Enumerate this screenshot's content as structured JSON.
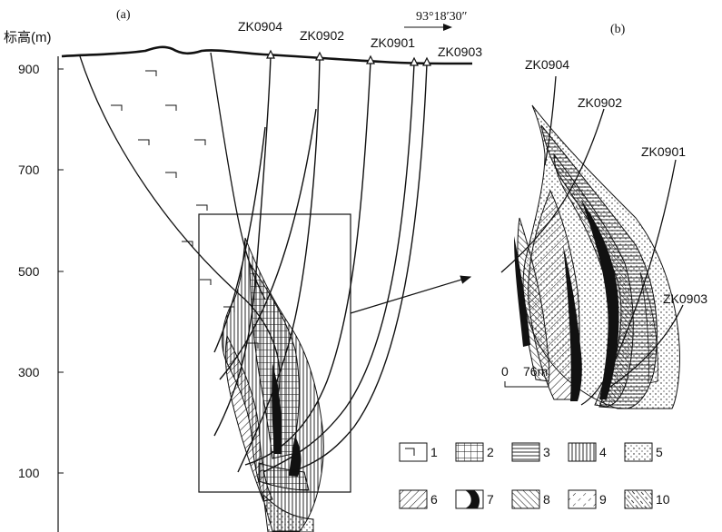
{
  "panel_a_label": "(a)",
  "panel_b_label": "(b)",
  "y_axis_label": "标高(m)",
  "y_ticks": [
    "900",
    "700",
    "500",
    "300",
    "100"
  ],
  "coordinate": "93°18′30″",
  "drillholes_a": [
    "ZK0904",
    "ZK0902",
    "ZK0901",
    "ZK0903"
  ],
  "drillholes_b": [
    "ZK0904",
    "ZK0902",
    "ZK0901",
    "ZK0903"
  ],
  "scale_bar": {
    "zero": "0",
    "length": "76m"
  },
  "legend": [
    {
      "num": "1"
    },
    {
      "num": "2"
    },
    {
      "num": "3"
    },
    {
      "num": "4"
    },
    {
      "num": "5"
    },
    {
      "num": "6"
    },
    {
      "num": "7"
    },
    {
      "num": "8"
    },
    {
      "num": "9"
    },
    {
      "num": "10"
    }
  ]
}
